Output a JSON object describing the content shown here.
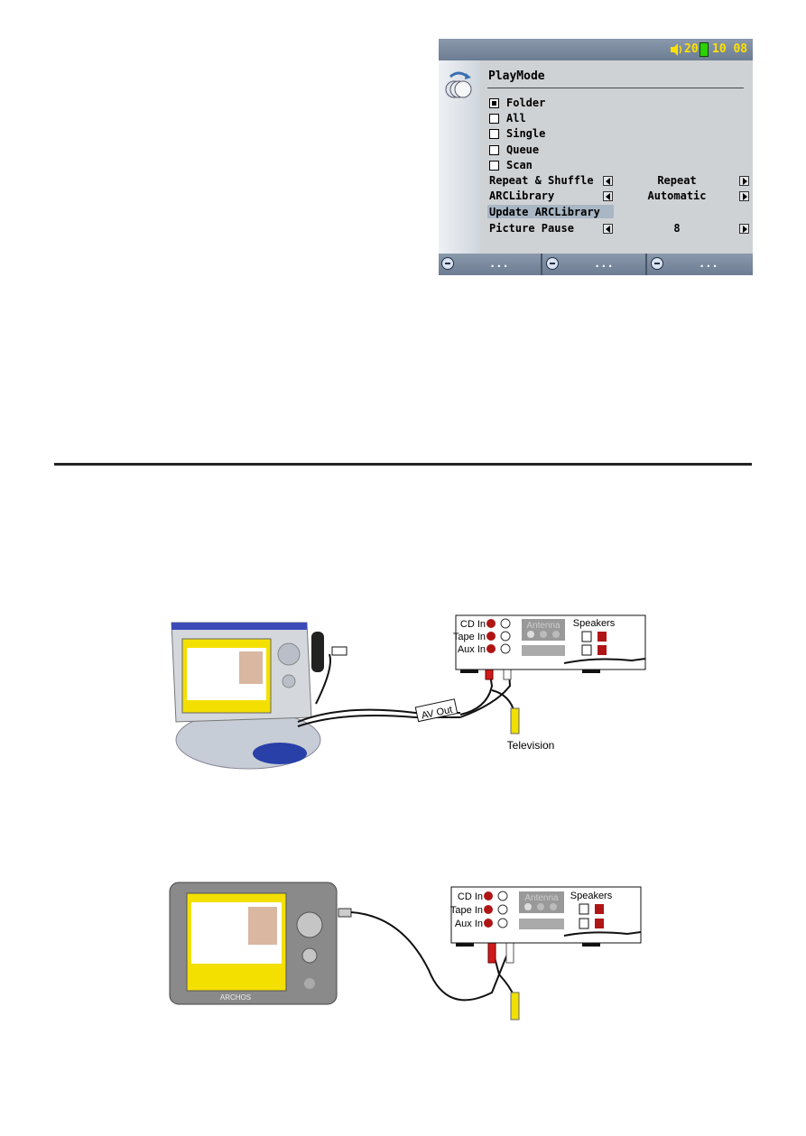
{
  "screen": {
    "status": {
      "volume": "20",
      "time": "10 08"
    },
    "title": "PlayMode",
    "modes": [
      {
        "label": "Folder",
        "checked": true
      },
      {
        "label": "All",
        "checked": false
      },
      {
        "label": "Single",
        "checked": false
      },
      {
        "label": "Queue",
        "checked": false
      },
      {
        "label": "Scan",
        "checked": false
      }
    ],
    "settings": [
      {
        "label": "Repeat & Shuffle",
        "value": "Repeat"
      },
      {
        "label": "ARCLibrary",
        "value": "Automatic"
      },
      {
        "label": "Update ARCLibrary",
        "value": ""
      },
      {
        "label": "Picture Pause",
        "value": "8"
      }
    ],
    "bottom_buttons": [
      "...",
      "...",
      "..."
    ]
  },
  "diagram1": {
    "receiver_inputs": [
      "CD In",
      "Tape In",
      "Aux In"
    ],
    "antenna": "Antenna",
    "speakers": "Speakers",
    "cable_label": "AV Out",
    "tv_label": "Television"
  },
  "diagram2": {
    "receiver_inputs": [
      "CD In",
      "Tape In",
      "Aux In"
    ],
    "antenna": "Antenna",
    "speakers": "Speakers",
    "brand": "ARCHOS"
  }
}
